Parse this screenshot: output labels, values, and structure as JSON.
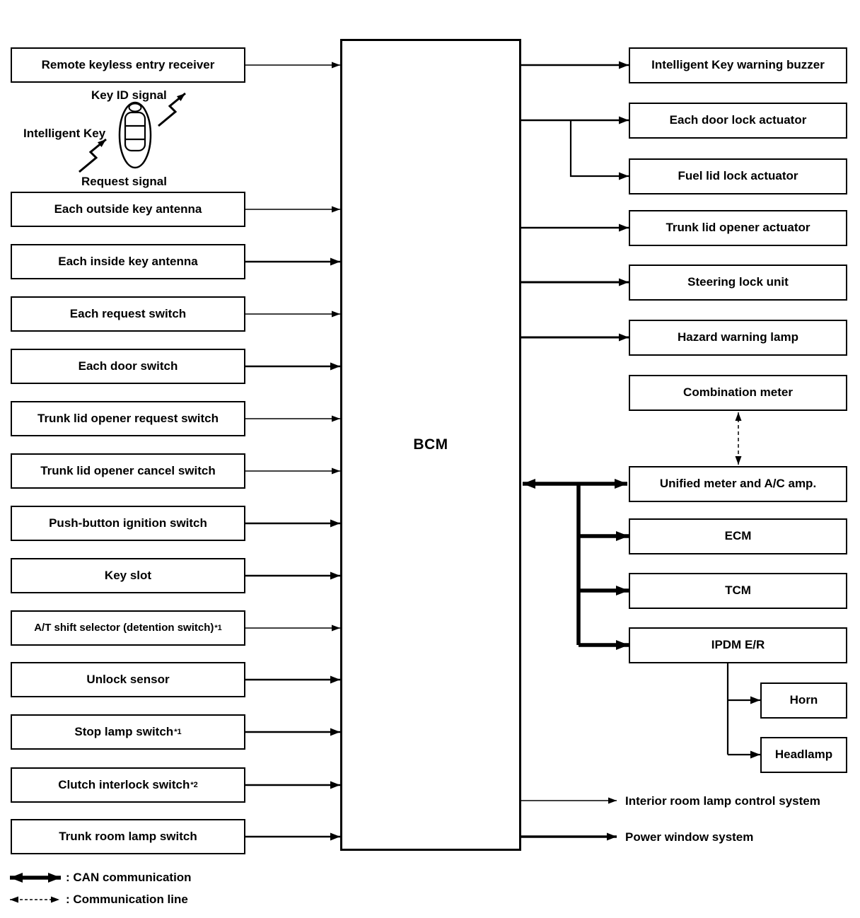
{
  "bcm_label": "BCM",
  "key_graphic": {
    "top_label": "Key ID signal",
    "left_label": "Intelligent Key",
    "bottom_label": "Request signal"
  },
  "left_items": [
    {
      "label": "Remote keyless entry receiver"
    },
    {
      "label": "Each outside key antenna"
    },
    {
      "label": "Each inside key antenna"
    },
    {
      "label": "Each request switch"
    },
    {
      "label": "Each door switch"
    },
    {
      "label": "Trunk lid opener request switch"
    },
    {
      "label": "Trunk lid opener cancel switch"
    },
    {
      "label": "Push-button ignition switch"
    },
    {
      "label": "Key slot"
    },
    {
      "label": "A/T shift selector (detention switch)",
      "sup": "*1"
    },
    {
      "label": "Unlock sensor"
    },
    {
      "label": "Stop lamp switch",
      "sup": "*1"
    },
    {
      "label": "Clutch interlock switch",
      "sup": "*2"
    },
    {
      "label": "Trunk room lamp switch"
    }
  ],
  "right_items": [
    {
      "label": "Intelligent Key warning buzzer",
      "connection": "signal"
    },
    {
      "label": "Each door lock actuator",
      "connection": "signal"
    },
    {
      "label": "Fuel lid lock actuator",
      "connection": "signal-branch"
    },
    {
      "label": "Trunk lid opener actuator",
      "connection": "signal"
    },
    {
      "label": "Steering lock unit",
      "connection": "signal"
    },
    {
      "label": "Hazard warning lamp",
      "connection": "signal"
    },
    {
      "label": "Combination meter",
      "connection": "communication-line-to-unified-meter"
    },
    {
      "label": "Unified meter and A/C amp.",
      "connection": "CAN"
    },
    {
      "label": "ECM",
      "connection": "CAN"
    },
    {
      "label": "TCM",
      "connection": "CAN"
    },
    {
      "label": "IPDM E/R",
      "connection": "CAN"
    }
  ],
  "ipdm_outputs": [
    {
      "label": "Horn"
    },
    {
      "label": "Headlamp"
    }
  ],
  "system_outputs": [
    {
      "label": "Interior room lamp control system"
    },
    {
      "label": "Power window system"
    }
  ],
  "legend": [
    {
      "label": ": CAN communication",
      "style": "thick-double-arrow"
    },
    {
      "label": ": Communication line",
      "style": "dashed-double-arrow"
    }
  ],
  "colors": {
    "line": "#000000",
    "background": "#ffffff"
  }
}
